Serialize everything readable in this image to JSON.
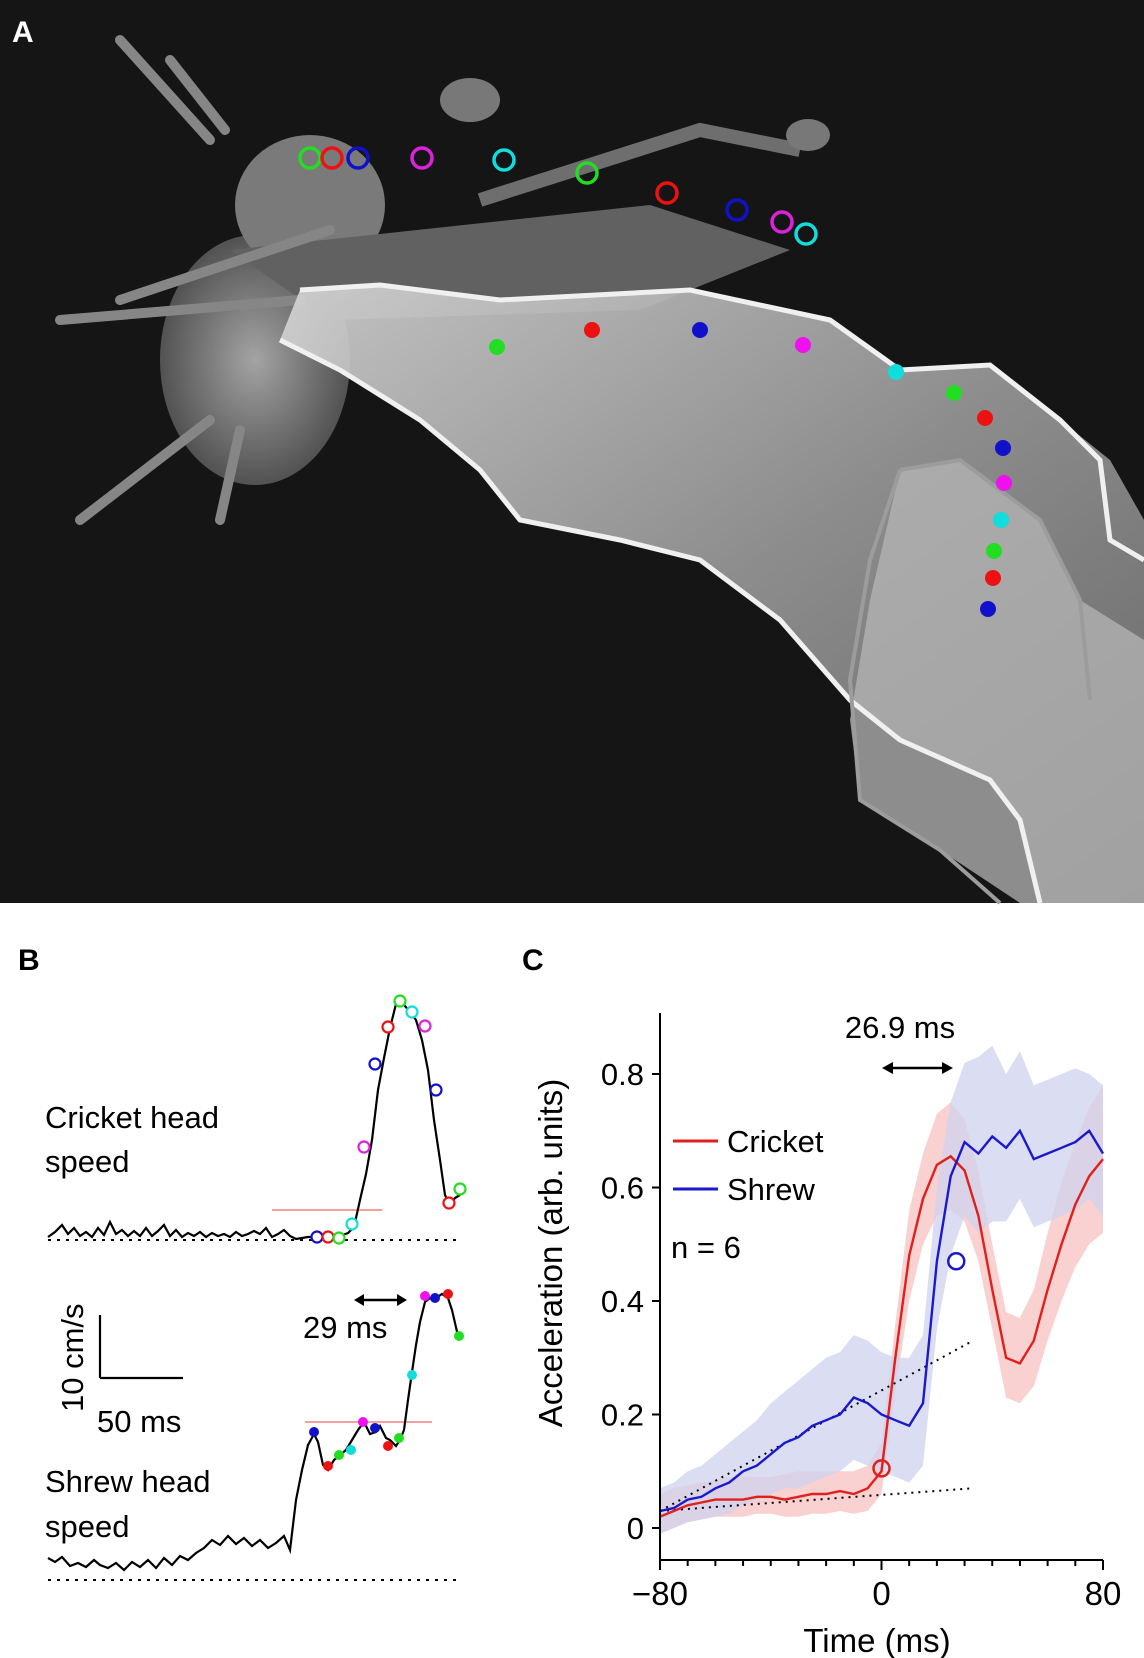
{
  "panel_a": {
    "letter": "A",
    "cricket_marker_colors": [
      "#22dd22",
      "#ee1111",
      "#1111cc",
      "#dd22dd",
      "#11dddd",
      "#22dd22",
      "#ee1111",
      "#1111cc",
      "#dd22dd",
      "#11dddd"
    ],
    "shrew_marker_colors": [
      "#22dd22",
      "#ee1111",
      "#1111cc",
      "#ee11ee",
      "#11dddd",
      "#22dd22",
      "#ee1111",
      "#1111cc",
      "#ee11ee",
      "#11dddd",
      "#22dd22",
      "#ee1111",
      "#1111cc"
    ]
  },
  "panel_b": {
    "letter": "B",
    "cricket_label_1": "Cricket head",
    "cricket_label_2": "speed",
    "shrew_label_1": "Shrew head",
    "shrew_label_2": "speed",
    "scale_y": "10 cm/s",
    "scale_x": "50 ms",
    "lag": "29 ms"
  },
  "chart_data": {
    "type": "line",
    "title": "",
    "xlabel": "Time (ms)",
    "ylabel": "Acceleration (arb. units)",
    "xlim": [
      -80,
      80
    ],
    "ylim": [
      -0.03,
      0.9
    ],
    "xticks": [
      -80,
      0,
      80
    ],
    "xtick_labels": [
      "−80",
      "0",
      "80"
    ],
    "yticks": [
      0,
      0.2,
      0.4,
      0.6,
      0.8
    ],
    "ytick_labels": [
      "0",
      "0.2",
      "0.4",
      "0.6",
      "0.8"
    ],
    "annotation": "26.9 ms",
    "n_label": "n = 6",
    "legend_position": "left",
    "x": [
      -80,
      -75,
      -70,
      -65,
      -60,
      -55,
      -50,
      -45,
      -40,
      -35,
      -30,
      -25,
      -20,
      -15,
      -10,
      -5,
      0,
      5,
      10,
      15,
      20,
      25,
      30,
      35,
      40,
      45,
      50,
      55,
      60,
      65,
      70,
      75,
      80
    ],
    "series": [
      {
        "name": "Cricket",
        "color": "#e0201c",
        "band_color": "#f7c2c2",
        "values": [
          0.02,
          0.03,
          0.04,
          0.045,
          0.05,
          0.05,
          0.05,
          0.055,
          0.055,
          0.05,
          0.055,
          0.06,
          0.06,
          0.065,
          0.06,
          0.07,
          0.1,
          0.3,
          0.48,
          0.58,
          0.64,
          0.655,
          0.63,
          0.55,
          0.42,
          0.3,
          0.29,
          0.33,
          0.42,
          0.5,
          0.57,
          0.62,
          0.65
        ],
        "upper": [
          0.06,
          0.07,
          0.075,
          0.08,
          0.085,
          0.09,
          0.09,
          0.09,
          0.09,
          0.095,
          0.1,
          0.1,
          0.1,
          0.1,
          0.1,
          0.11,
          0.15,
          0.36,
          0.56,
          0.66,
          0.73,
          0.75,
          0.72,
          0.63,
          0.5,
          0.38,
          0.37,
          0.42,
          0.52,
          0.61,
          0.68,
          0.74,
          0.78
        ],
        "lower": [
          -0.01,
          0.0,
          0.01,
          0.015,
          0.02,
          0.02,
          0.02,
          0.025,
          0.025,
          0.02,
          0.02,
          0.025,
          0.025,
          0.03,
          0.025,
          0.03,
          0.06,
          0.24,
          0.4,
          0.5,
          0.55,
          0.56,
          0.54,
          0.47,
          0.35,
          0.23,
          0.22,
          0.25,
          0.33,
          0.4,
          0.46,
          0.5,
          0.52
        ]
      },
      {
        "name": "Shrew",
        "color": "#1a1acc",
        "band_color": "#cfd3ee",
        "values": [
          0.03,
          0.035,
          0.05,
          0.055,
          0.07,
          0.08,
          0.1,
          0.11,
          0.13,
          0.15,
          0.16,
          0.18,
          0.19,
          0.2,
          0.23,
          0.22,
          0.2,
          0.19,
          0.18,
          0.22,
          0.47,
          0.62,
          0.68,
          0.66,
          0.69,
          0.67,
          0.7,
          0.65,
          0.66,
          0.67,
          0.68,
          0.7,
          0.66
        ],
        "upper": [
          0.07,
          0.08,
          0.1,
          0.11,
          0.13,
          0.15,
          0.17,
          0.19,
          0.22,
          0.24,
          0.26,
          0.28,
          0.3,
          0.31,
          0.34,
          0.33,
          0.31,
          0.3,
          0.3,
          0.34,
          0.6,
          0.75,
          0.82,
          0.83,
          0.85,
          0.8,
          0.84,
          0.78,
          0.79,
          0.8,
          0.81,
          0.8,
          0.78
        ],
        "lower": [
          -0.01,
          0.0,
          0.01,
          0.015,
          0.02,
          0.025,
          0.04,
          0.05,
          0.06,
          0.07,
          0.07,
          0.08,
          0.09,
          0.1,
          0.12,
          0.11,
          0.1,
          0.09,
          0.08,
          0.11,
          0.35,
          0.48,
          0.55,
          0.52,
          0.54,
          0.54,
          0.58,
          0.53,
          0.54,
          0.55,
          0.56,
          0.58,
          0.55
        ]
      }
    ],
    "onset_markers": [
      {
        "series": "Cricket",
        "x": 0,
        "y": 0.105
      },
      {
        "series": "Shrew",
        "x": 27,
        "y": 0.47
      }
    ],
    "fit_lines": [
      {
        "from": [
          -80,
          0.03
        ],
        "to": [
          33,
          0.07
        ]
      },
      {
        "from": [
          -80,
          0.03
        ],
        "to": [
          33,
          0.33
        ]
      }
    ]
  }
}
